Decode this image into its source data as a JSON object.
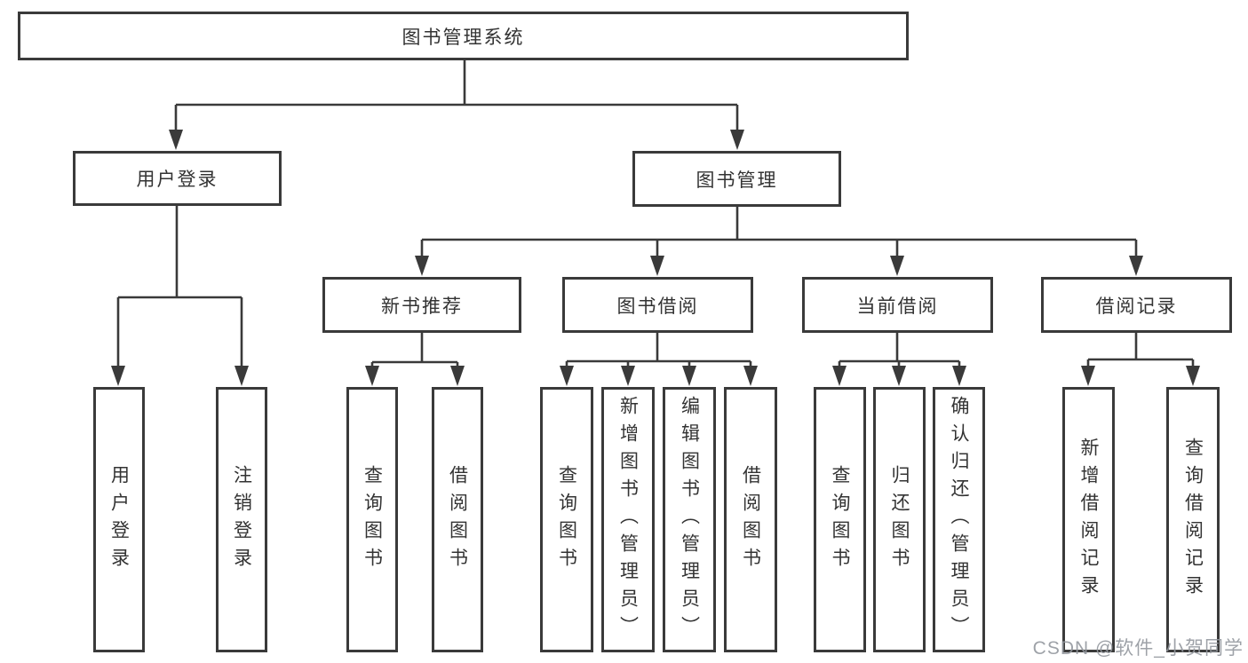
{
  "tree": {
    "label": "图书管理系统",
    "children": [
      {
        "label": "用户登录",
        "children": [
          {
            "label": "用户登录"
          },
          {
            "label": "注销登录"
          }
        ]
      },
      {
        "label": "图书管理",
        "children": [
          {
            "label": "新书推荐",
            "children": [
              {
                "label": "查询图书"
              },
              {
                "label": "借阅图书"
              }
            ]
          },
          {
            "label": "图书借阅",
            "children": [
              {
                "label": "查询图书"
              },
              {
                "label": "新增图书（管理员）"
              },
              {
                "label": "编辑图书（管理员）"
              },
              {
                "label": "借阅图书"
              }
            ]
          },
          {
            "label": "当前借阅",
            "children": [
              {
                "label": "查询图书"
              },
              {
                "label": "归还图书"
              },
              {
                "label": "确认归还（管理员）"
              }
            ]
          },
          {
            "label": "借阅记录",
            "children": [
              {
                "label": "新增借阅记录"
              },
              {
                "label": "查询借阅记录"
              }
            ]
          }
        ]
      }
    ]
  },
  "watermark": {
    "text": "CSDN @软件_小贺同学"
  },
  "colors": {
    "line": "#3a3a3a",
    "text": "#333333",
    "watermark": "#94989e"
  }
}
